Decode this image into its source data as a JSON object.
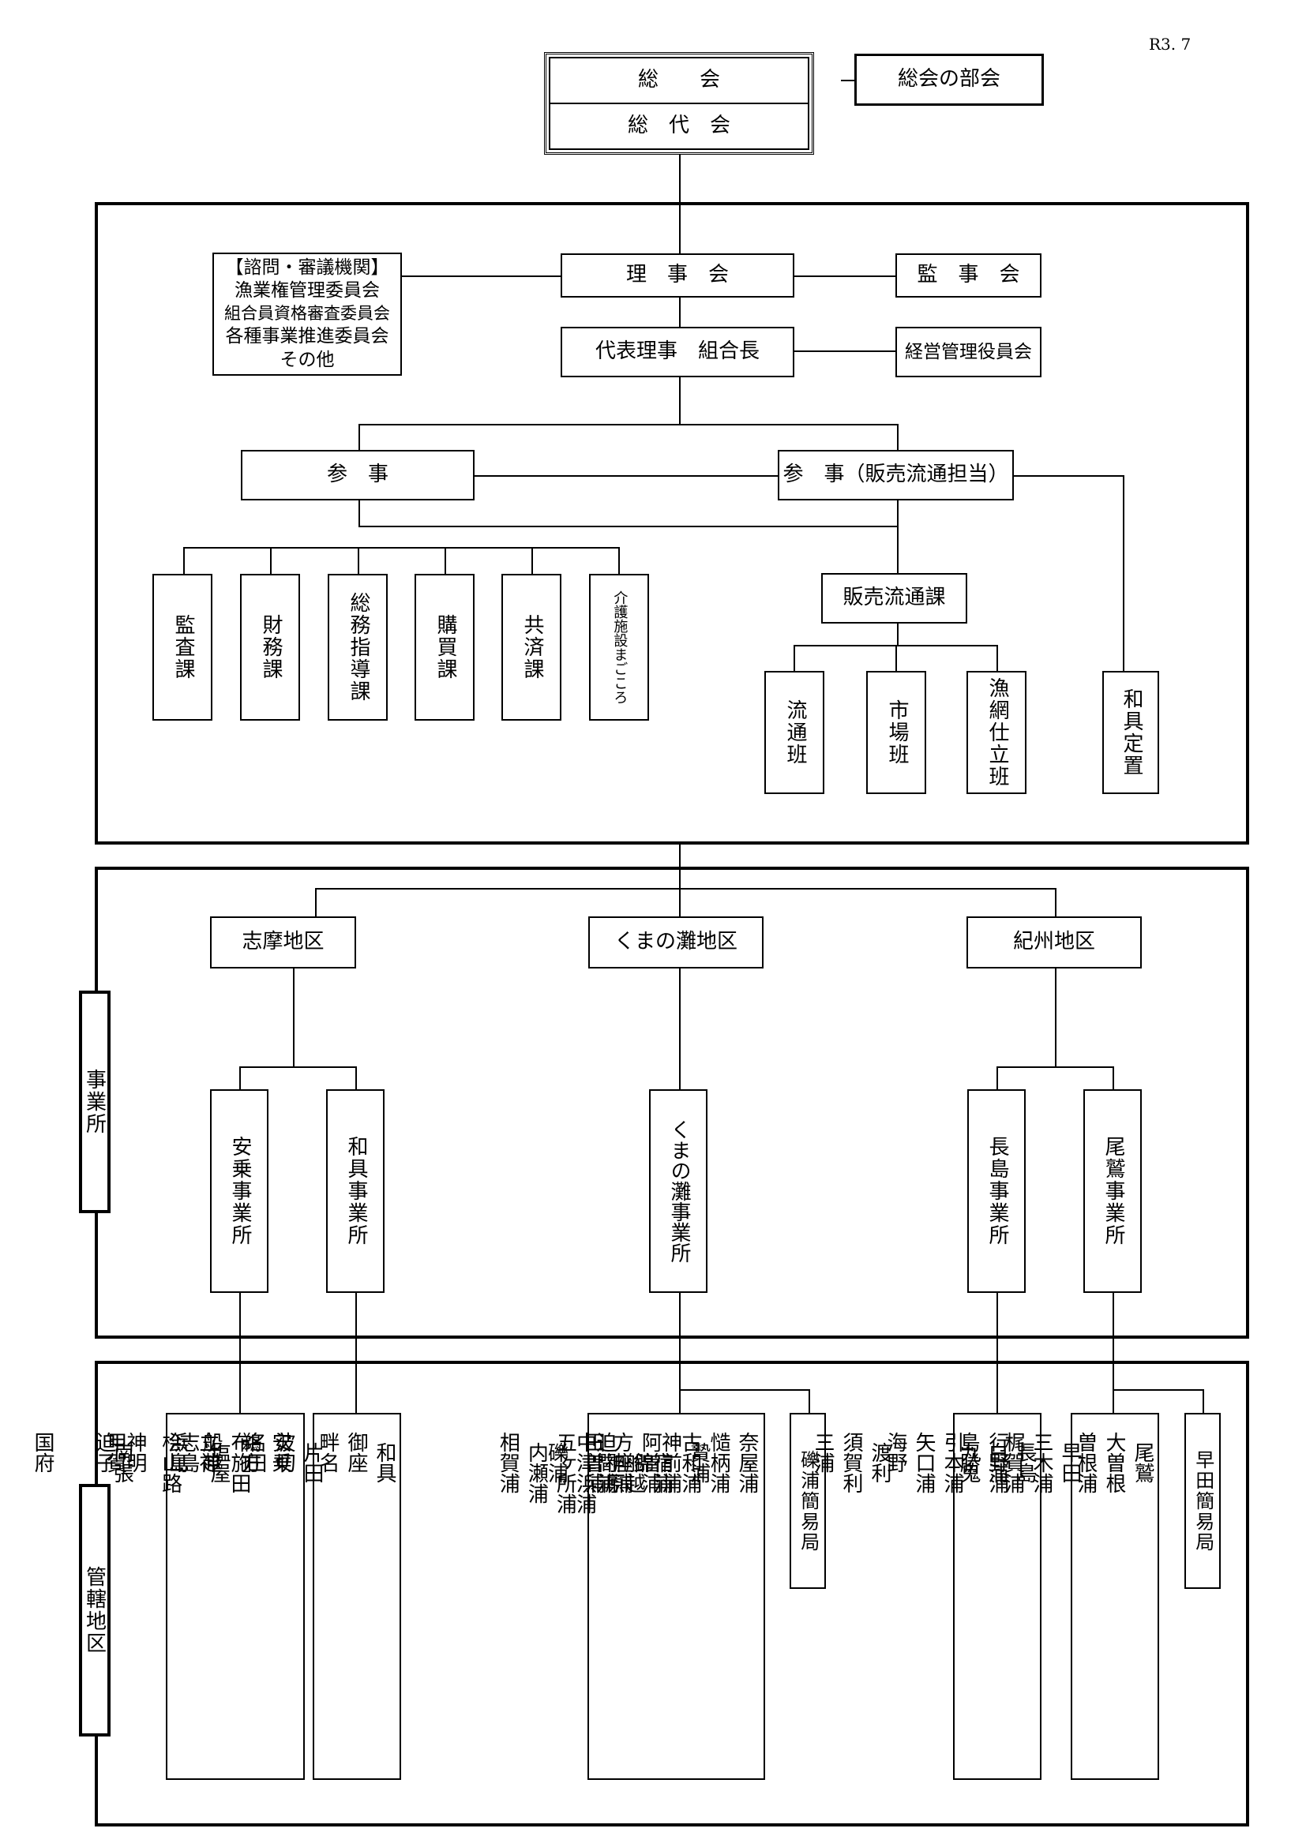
{
  "revision": "R3. 7",
  "top": {
    "general_meeting": "総　　会",
    "delegate_meeting": "総　代　会",
    "subcommittee": "総会の部会"
  },
  "advisory": {
    "title": "【諮問・審議機関】",
    "l1": "漁業権管理委員会",
    "l2": "組合員資格審査委員会",
    "l3": "各種事業推進委員会",
    "l4": "その他"
  },
  "board": "理　事　会",
  "auditors": "監　事　会",
  "president": "代表理事　組合長",
  "management_committee": "経営管理役員会",
  "councilor": "参　事",
  "councilor_sales": "参　事（販売流通担当）",
  "departments": [
    "監査課",
    "財務課",
    "総務指導課",
    "購買課",
    "共済課",
    "介護施設まごころ"
  ],
  "sales_division": "販売流通課",
  "sales_teams": [
    "流通班",
    "市場班",
    "漁網仕立班"
  ],
  "wagu_post": "和具定置",
  "side_labels": {
    "offices": "事業所",
    "districts": "管轄地区"
  },
  "regions": [
    "志摩地区",
    "くまの灘地区",
    "紀州地区"
  ],
  "offices": [
    "安乗事業所",
    "和具事業所",
    "くまの灘事業所",
    "長島事業所",
    "尾鷲事業所"
  ],
  "post_offices": [
    "礫浦簡易局",
    "早田簡易局"
  ],
  "areas": {
    "anori": [
      [
        "安乗",
        "立神",
        "神明"
      ],
      [
        "鵜方",
        "浜島",
        "迫子"
      ],
      [
        "塩屋",
        "桧山路",
        "南張"
      ],
      [
        "志島",
        "甲賀",
        "国府"
      ]
    ],
    "wagu": [
      [
        "和具",
        "片田",
        "布施田"
      ],
      [
        "御座",
        "波切",
        "船越"
      ],
      [
        "畔名",
        "名田",
        ""
      ]
    ],
    "kumanonada": [
      [
        "奈屋浦",
        "贄浦",
        "阿曽浦"
      ],
      [
        "慥柄浦",
        "神前浦",
        "方座浦"
      ],
      [
        "古和浦",
        "錦",
        "田曽浦"
      ],
      [
        "宿浦",
        "神原",
        "五ヶ所浦"
      ],
      [
        "船越",
        "中津浜浦",
        "内瀬浦"
      ],
      [
        "迫間浦",
        "礫浦",
        "相賀浦"
      ]
    ],
    "nagashima": [
      [
        "長島",
        "引本浦",
        "渡利"
      ],
      [
        "白浦",
        "矢口浦",
        "須賀利"
      ],
      [
        "島勝",
        "海野",
        "三浦"
      ]
    ],
    "owase": [
      [
        "尾鷲",
        "早田",
        "行野浦"
      ],
      [
        "大曽根",
        "三木浦",
        "九鬼"
      ],
      [
        "曽根浦",
        "梶賀浦",
        ""
      ]
    ]
  }
}
